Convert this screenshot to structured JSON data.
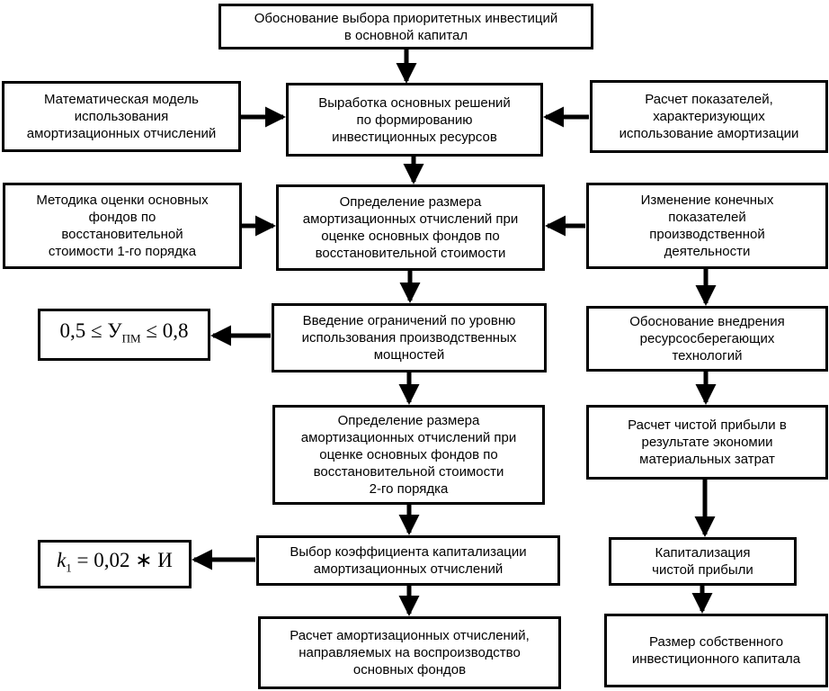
{
  "nodes": {
    "root": {
      "lines": [
        "Обоснование выбора приоритетных инвестиций",
        "в основной капитал"
      ]
    },
    "math_model": {
      "lines": [
        "Математическая модель",
        "использования",
        "амортизационных отчислений"
      ]
    },
    "decisions": {
      "lines": [
        "Выработка основных решений",
        "по формированию",
        "инвестиционных ресурсов"
      ]
    },
    "indicators": {
      "lines": [
        "Расчет показателей,",
        "характеризующих",
        "использование амортизации"
      ]
    },
    "methodology": {
      "lines": [
        "Методика оценки основных",
        "фондов по",
        "восстановительной",
        "стоимости 1-го порядка"
      ]
    },
    "depreciation_1": {
      "lines": [
        "Определение размера",
        "амортизационных отчислений при",
        "оценке основных фондов по",
        "восстановительной стоимости"
      ]
    },
    "final_indicators": {
      "lines": [
        "Изменение конечных",
        "показателей",
        "производственной",
        "деятельности"
      ]
    },
    "formula_capacity": {
      "pre": "0,5 ≤ У",
      "sub": "ПМ",
      "post": " ≤ 0,8"
    },
    "restrictions": {
      "lines": [
        "Введение ограничений по уровню",
        "использования производственных",
        "мощностей"
      ]
    },
    "resource_saving": {
      "lines": [
        "Обоснование внедрения",
        "ресурсосберегающих",
        "технологий"
      ]
    },
    "depreciation_2": {
      "lines": [
        "Определение размера",
        "амортизационных отчислений при",
        "оценке основных фондов по",
        "восстановительной стоимости",
        "2-го порядка"
      ]
    },
    "net_profit": {
      "lines": [
        "Расчет чистой прибыли в",
        "результате экономии",
        "материальных затрат"
      ]
    },
    "formula_coefficient": {
      "var": "k",
      "sub": "1",
      "post": " = 0,02 ∗ И"
    },
    "coefficient": {
      "lines": [
        "Выбор коэффициента капитализации",
        "амортизационных отчислений"
      ]
    },
    "capitalization": {
      "lines": [
        "Капитализация",
        "чистой прибыли"
      ]
    },
    "calc_reproduction": {
      "lines": [
        "Расчет амортизационных отчислений,",
        "направляемых на воспроизводство",
        "основных фондов"
      ]
    },
    "own_capital": {
      "lines": [
        "Размер собственного",
        "инвестиционного капитала"
      ]
    }
  },
  "edges": [
    {
      "from": "root",
      "to": "decisions"
    },
    {
      "from": "math_model",
      "to": "decisions"
    },
    {
      "from": "indicators",
      "to": "decisions"
    },
    {
      "from": "decisions",
      "to": "depreciation_1"
    },
    {
      "from": "methodology",
      "to": "depreciation_1"
    },
    {
      "from": "final_indicators",
      "to": "depreciation_1"
    },
    {
      "from": "depreciation_1",
      "to": "restrictions"
    },
    {
      "from": "final_indicators",
      "to": "resource_saving"
    },
    {
      "from": "restrictions",
      "to": "formula_capacity"
    },
    {
      "from": "restrictions",
      "to": "depreciation_2"
    },
    {
      "from": "resource_saving",
      "to": "net_profit"
    },
    {
      "from": "depreciation_2",
      "to": "coefficient"
    },
    {
      "from": "net_profit",
      "to": "capitalization"
    },
    {
      "from": "coefficient",
      "to": "formula_coefficient"
    },
    {
      "from": "coefficient",
      "to": "calc_reproduction"
    },
    {
      "from": "capitalization",
      "to": "own_capital"
    }
  ],
  "colors": {
    "line": "#000000",
    "background": "#ffffff"
  }
}
